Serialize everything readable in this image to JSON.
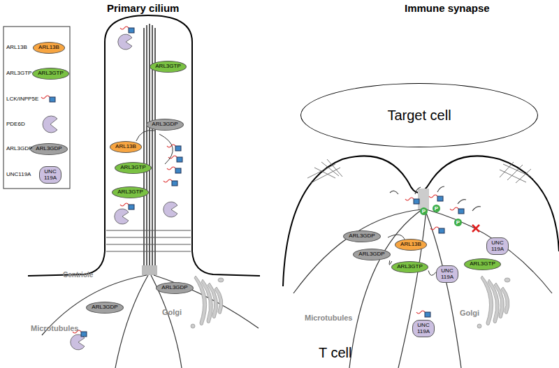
{
  "diagram": {
    "nodes": [
      {
        "text": [
          "ARL13B"
        ]
      },
      {
        "text": [
          "ARL3GTP"
        ]
      },
      {
        "text": [
          "ARL3GDP"
        ]
      },
      {
        "text": [
          "UNC 119A"
        ]
      },
      {
        "text": [
          "ARL3GTP"
        ]
      },
      {
        "text": [
          "ARL3GDP"
        ]
      },
      {
        "text": [
          "ARL13B"
        ]
      },
      {
        "text": [
          "ARL3GTP"
        ]
      },
      {
        "text": [
          "ARL3GTP"
        ]
      },
      {
        "text": [
          "ARL3GDP"
        ]
      },
      {
        "text": [
          "ARL3GDP"
        ]
      },
      {
        "text": [
          "Target cell"
        ]
      },
      {
        "text": [
          "ARL3GDP"
        ]
      },
      {
        "text": [
          "ARL3GDP"
        ]
      },
      {
        "text": [
          "ARL13B"
        ]
      },
      {
        "text": [
          "ARL3GTP"
        ]
      },
      {
        "text": [
          "UNC 119A"
        ]
      },
      {
        "text": [
          "ARL3GTP"
        ]
      },
      {
        "text": [
          "UNC 119A"
        ]
      },
      {
        "text": [
          "UNC 119A"
        ]
      }
    ],
    "edges": [
      {
        "from": 5,
        "to": 6,
        "arrow": "none"
      },
      {
        "from": 13,
        "to": 15,
        "arrow": "none"
      },
      {
        "from": 15,
        "to": 16,
        "arrow": "none"
      }
    ],
    "labels": [
      "Primary cilium",
      "Immune synapse",
      "Centriole",
      "Microtubules",
      "Golgi",
      "P",
      "P",
      "P",
      "Microtubules",
      "Golgi",
      "T cell"
    ],
    "legend": [
      {
        "text": "ARL13B",
        "color": "#f7a541"
      },
      {
        "text": "ARL3GTP",
        "color": "#7ac143"
      },
      {
        "text": "LCK/INPP5E"
      },
      {
        "text": "PDE6D",
        "color": "#cbbfe0"
      },
      {
        "text": "ARL3GDP",
        "color": "#a0a0a0"
      },
      {
        "text": "UNC119A"
      }
    ]
  }
}
